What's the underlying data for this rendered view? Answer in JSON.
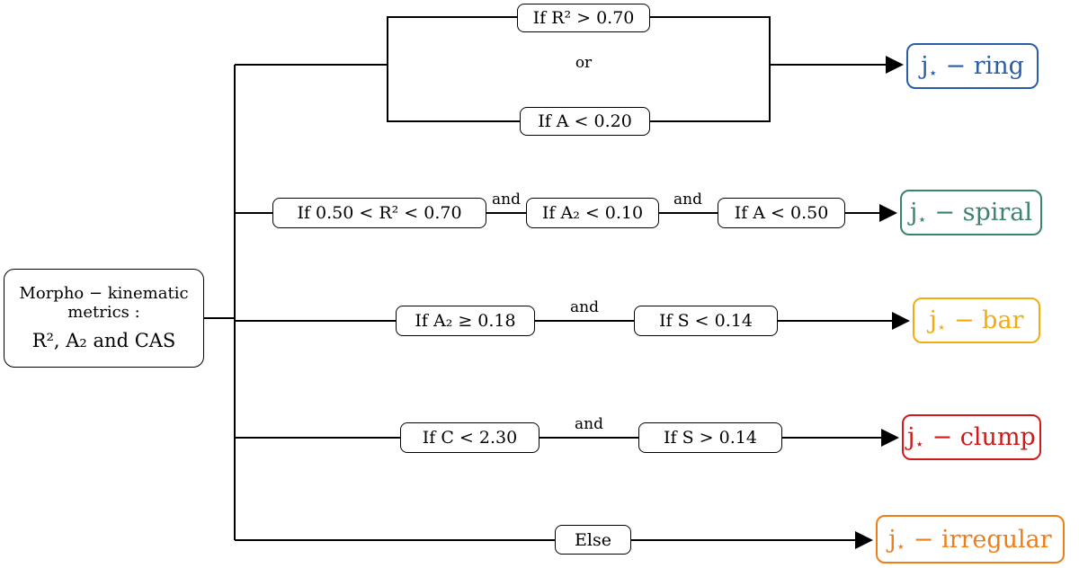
{
  "root": {
    "line1": "Morpho − kinematic",
    "line2": "metrics :",
    "line3": "R²,  A₂ and CAS"
  },
  "labels": {
    "or": "or",
    "and": "and"
  },
  "conditions": {
    "ring_top": "If R² > 0.70",
    "ring_bottom": "If A < 0.20",
    "spiral_1": "If 0.50 < R² < 0.70",
    "spiral_2": "If A₂ < 0.10",
    "spiral_3": "If A < 0.50",
    "bar_1": "If A₂ ≥ 0.18",
    "bar_2": "If S < 0.14",
    "clump_1": "If C < 2.30",
    "clump_2": "If S > 0.14",
    "else_branch": "Else"
  },
  "results": {
    "ring": {
      "base": "j",
      "sub": "⋆",
      "label": " − ring",
      "color": "#2A5DA8"
    },
    "spiral": {
      "base": "j",
      "sub": "⋆",
      "label": " − spiral",
      "color": "#3A8370"
    },
    "bar": {
      "base": "j",
      "sub": "⋆",
      "label": " − bar",
      "color": "#F2AC0F"
    },
    "clump": {
      "base": "j",
      "sub": "⋆",
      "label": " − clump",
      "color": "#D01A1A"
    },
    "irregular": {
      "base": "j",
      "sub": "⋆",
      "label": " − irregular",
      "color": "#EE7E18"
    }
  }
}
